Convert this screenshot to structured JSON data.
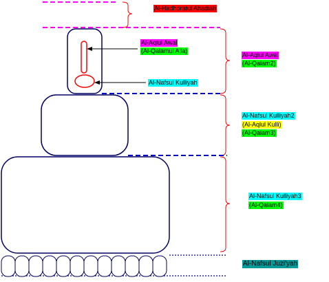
{
  "labels": {
    "hadhoratul": "Al-Hadhoratul Ahadiah",
    "aqlul_awal_small": "Al-Aqlul Awal",
    "qalamul_ala": "(Al-Qalamul A'la)",
    "nafsul_kulliyah_small": "Al-Nafsul Kulliyah",
    "aqlul_awal_right": "Al-Aqlul Awal",
    "qalam2": "(Al-Qalam2)",
    "nafsul_kulliyah2": "Al-Nafsul Kulliyah2",
    "aqlul_kulli": "(Al-Aqlul Kulli)",
    "qalam3": "(Al-Qalam3)",
    "nafsul_kulliyah3": "Al-Nafsul Kulliyah3",
    "qalam4": "(Al-Qalam4)",
    "nafsul_juziyah": "Al-Nafsul Juzi'yah"
  },
  "colors": {
    "outline": "#000066",
    "red": "#ff0000",
    "magenta": "#ff00ff",
    "bracket": "#ff0000",
    "dotted": "#000099",
    "dashed": "#0000cc",
    "arrow": "#000000"
  }
}
